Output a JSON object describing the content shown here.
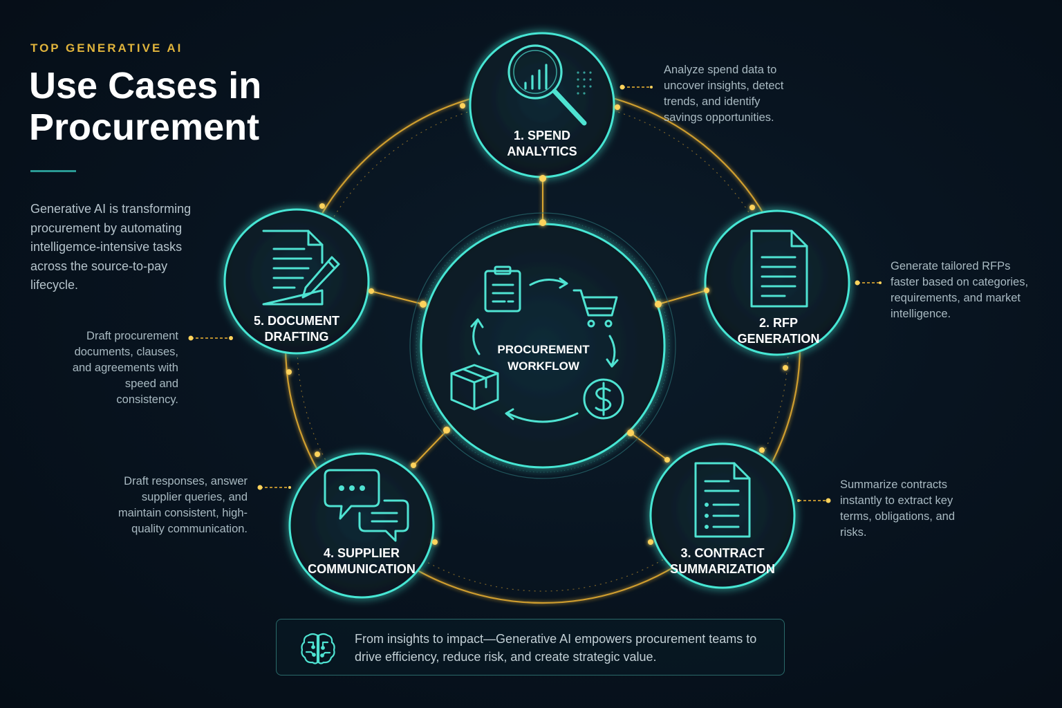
{
  "header": {
    "kicker": "TOP GENERATIVE AI",
    "title_line1": "Use Cases in",
    "title_line2": "Procurement",
    "intro": "Generative AI is transforming procurement by automating intelligemce-intensive tasks across the source-to-pay lifecycle."
  },
  "center": {
    "line1": "PROCUREMENT",
    "line2": "WORKFLOW"
  },
  "use_cases": [
    {
      "line1": "1. SPEND",
      "line2": "ANALYTICS",
      "icon": "magnifier-chart-icon",
      "description": "Analyze spend data to uncover insights, detect trends, and identify savings opportunities."
    },
    {
      "line1": "2. RFP",
      "line2": "GENERATION",
      "icon": "document-icon",
      "description": "Generate tailored RFPs faster based on categories, requirements, and market intelligence."
    },
    {
      "line1": "3. CONTRACT",
      "line2": "SUMMARIZATION",
      "icon": "contract-list-icon",
      "description": "Summarize contracts instantly to extract key terms, obligations, and risks."
    },
    {
      "line1": "4. SUPPLIER",
      "line2": "COMMUNICATION",
      "icon": "chat-bubbles-icon",
      "description": "Draft responses, answer supplier queries, and maintain consistent, high-quality communication."
    },
    {
      "line1": "5. DOCUMENT",
      "line2": "DRAFTING",
      "icon": "document-pen-icon",
      "description": "Draft procurement documents, clauses, and agreements with speed and consistency."
    }
  ],
  "footer": {
    "icon": "brain-circuit-icon",
    "text": "From insights to impact—Generative AI empowers procurement teams to drive efficiency, reduce risk, and create strategic value."
  },
  "colors": {
    "accent_teal": "#3fe0d0",
    "accent_gold": "#f2b632",
    "background": "#07121d",
    "text_primary": "#ffffff",
    "text_secondary": "#a9bac2"
  }
}
